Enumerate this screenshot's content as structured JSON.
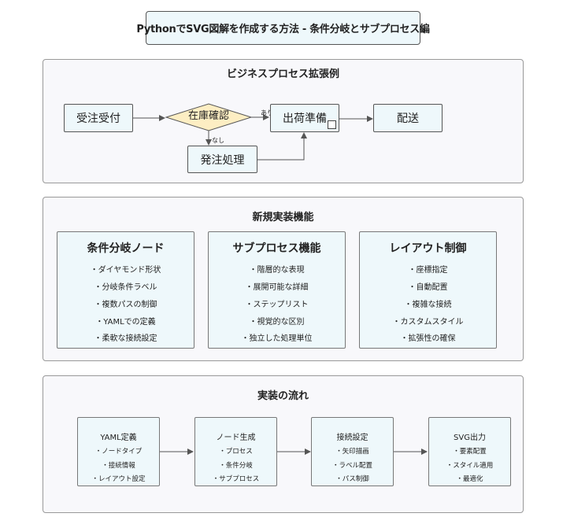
{
  "title": "PythonでSVG図解を作成する方法 - 条件分岐とサブプロセス編",
  "process_example": {
    "title": "ビジネスプロセス拡張例",
    "nodes": {
      "order_receipt": "受注受付",
      "stock_check": "在庫確認",
      "shipping_prep": "出荷準備",
      "delivery": "配送",
      "purchase": "発注処理"
    },
    "branch_yes": "あり",
    "branch_no": "なし"
  },
  "features": {
    "title": "新規実装機能",
    "cards": [
      {
        "title": "条件分岐ノード",
        "items": [
          "・ダイヤモンド形状",
          "・分岐条件ラベル",
          "・複数パスの制御",
          "・YAMLでの定義",
          "・柔軟な接続設定"
        ]
      },
      {
        "title": "サブプロセス機能",
        "items": [
          "・階層的な表現",
          "・展開可能な詳細",
          "・ステップリスト",
          "・視覚的な区別",
          "・独立した処理単位"
        ]
      },
      {
        "title": "レイアウト制御",
        "items": [
          "・座標指定",
          "・自動配置",
          "・複雑な接続",
          "・カスタムスタイル",
          "・拡張性の確保"
        ]
      }
    ]
  },
  "impl_flow": {
    "title": "実装の流れ",
    "steps": [
      {
        "title": "YAML定義",
        "items": [
          "・ノードタイプ",
          "・接続情報",
          "・レイアウト設定"
        ]
      },
      {
        "title": "ノード生成",
        "items": [
          "・プロセス",
          "・条件分岐",
          "・サブプロセス"
        ]
      },
      {
        "title": "接続設定",
        "items": [
          "・矢印描画",
          "・ラベル配置",
          "・パス制御"
        ]
      },
      {
        "title": "SVG出力",
        "items": [
          "・要素配置",
          "・スタイル適用",
          "・最適化"
        ]
      }
    ]
  }
}
